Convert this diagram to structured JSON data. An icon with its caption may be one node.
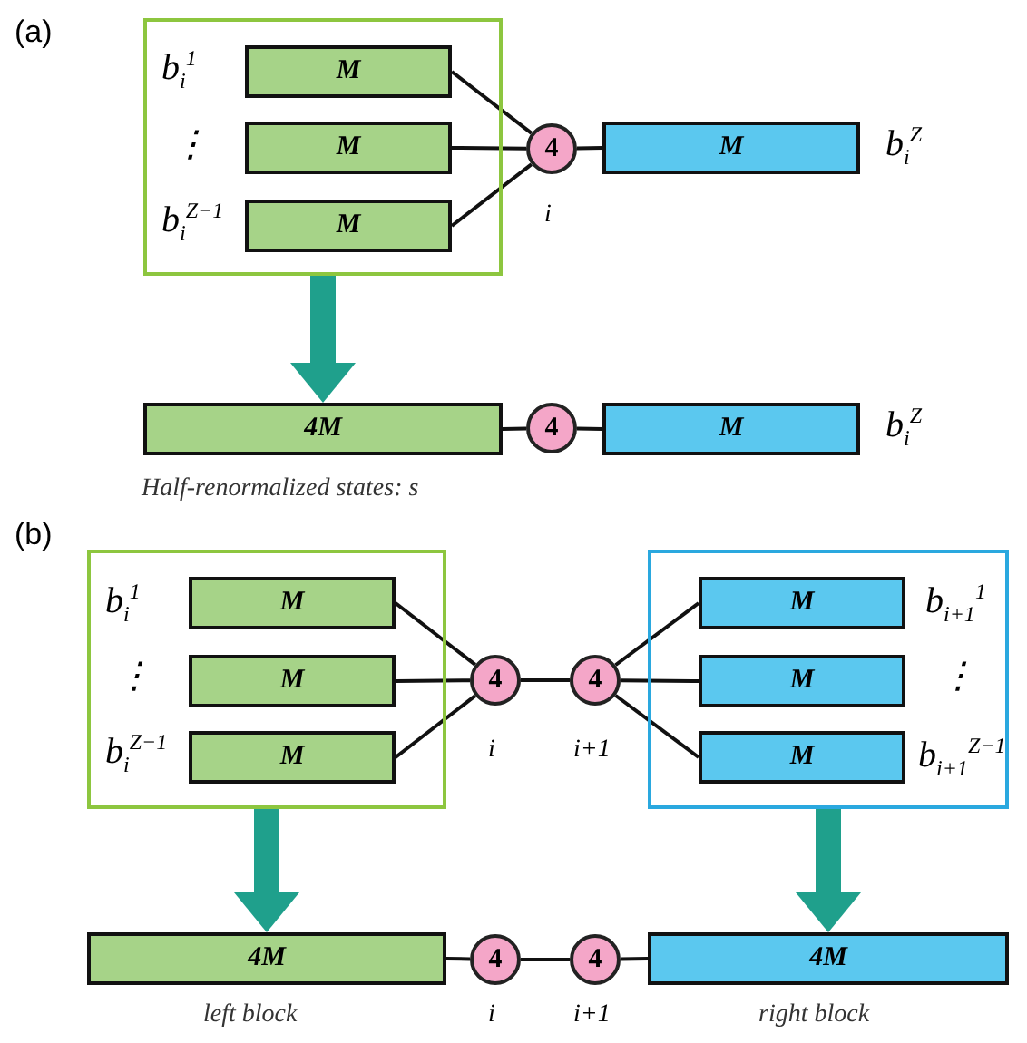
{
  "diagram": {
    "nodes": [
      {
        "text": [],
        "shape": "box"
      },
      {
        "text": [
          "M"
        ],
        "in": 0,
        "beside": [
          "b$_{i}$$^{1}$"
        ]
      },
      {
        "text": [
          "M"
        ],
        "in": 0,
        "beside": [
          "⋮"
        ]
      },
      {
        "text": [
          "M"
        ],
        "in": 0,
        "beside": [
          "b$_{i}$$^{Z−1}$"
        ]
      },
      {
        "text": [
          "4"
        ],
        "beside": [
          "i"
        ]
      },
      {
        "text": [
          "M"
        ],
        "beside": [
          "b$_{i}$$^{Z}$"
        ]
      },
      {
        "text": [
          "4M"
        ]
      },
      {
        "text": [
          "4"
        ]
      },
      {
        "text": [
          "M"
        ],
        "beside": [
          "b$_{i}$$^{Z}$"
        ]
      },
      {
        "text": [],
        "shape": "box"
      },
      {
        "text": [
          "M"
        ],
        "in": 9,
        "beside": [
          "b$_{i}$$^{1}$"
        ]
      },
      {
        "text": [
          "M"
        ],
        "in": 9,
        "beside": [
          "⋮"
        ]
      },
      {
        "text": [
          "M"
        ],
        "in": 9,
        "beside": [
          "b$_{i}$$^{Z−1}$"
        ]
      },
      {
        "text": [
          "4"
        ],
        "beside": [
          "i"
        ]
      },
      {
        "text": [
          "4"
        ],
        "beside": [
          "i+1"
        ]
      },
      {
        "text": [],
        "shape": "box"
      },
      {
        "text": [
          "M"
        ],
        "in": 15,
        "beside": [
          "b$_{i+1}$$^{1}$"
        ]
      },
      {
        "text": [
          "M"
        ],
        "in": 15,
        "beside": [
          "⋮"
        ]
      },
      {
        "text": [
          "M"
        ],
        "in": 15,
        "beside": [
          "b$_{i+1}$$^{Z−1}$"
        ]
      },
      {
        "text": [
          "4M"
        ],
        "beside": [
          "left block"
        ]
      },
      {
        "text": [
          "4"
        ],
        "beside": [
          "i"
        ]
      },
      {
        "text": [
          "4"
        ],
        "beside": [
          "i+1"
        ]
      },
      {
        "text": [
          "4M"
        ],
        "beside": [
          "right block"
        ]
      }
    ],
    "edges": [
      {
        "from": 1,
        "to": 4,
        "arrow": "none"
      },
      {
        "from": 2,
        "to": 4,
        "arrow": "none"
      },
      {
        "from": 3,
        "to": 4,
        "arrow": "none"
      },
      {
        "from": 4,
        "to": 5,
        "arrow": "none"
      },
      {
        "from": 0,
        "to": 6,
        "arrow": "to",
        "style": "thick",
        "color": "#1fa08c"
      },
      {
        "from": 6,
        "to": 7,
        "arrow": "none"
      },
      {
        "from": 7,
        "to": 8,
        "arrow": "none"
      },
      {
        "from": 10,
        "to": 13,
        "arrow": "none"
      },
      {
        "from": 11,
        "to": 13,
        "arrow": "none"
      },
      {
        "from": 12,
        "to": 13,
        "arrow": "none"
      },
      {
        "from": 13,
        "to": 14,
        "arrow": "none"
      },
      {
        "from": 14,
        "to": 16,
        "arrow": "none"
      },
      {
        "from": 14,
        "to": 17,
        "arrow": "none"
      },
      {
        "from": 14,
        "to": 18,
        "arrow": "none"
      },
      {
        "from": 9,
        "to": 19,
        "arrow": "to",
        "style": "thick",
        "color": "#1fa08c"
      },
      {
        "from": 15,
        "to": 22,
        "arrow": "to",
        "style": "thick",
        "color": "#1fa08c"
      },
      {
        "from": 19,
        "to": 20,
        "arrow": "none"
      },
      {
        "from": 20,
        "to": 21,
        "arrow": "none"
      },
      {
        "from": 21,
        "to": 22,
        "arrow": "none"
      }
    ],
    "labels": [
      "(a)",
      "Half-renormalized states: s",
      "(b)"
    ]
  }
}
